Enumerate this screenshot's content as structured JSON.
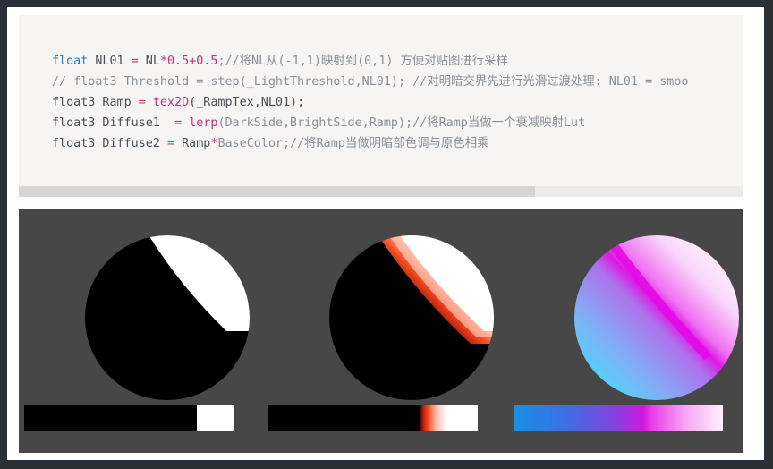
{
  "code": {
    "lines": [
      [
        {
          "t": "float",
          "c": "kw"
        },
        {
          "t": " NL01 ",
          "c": ""
        },
        {
          "t": "=",
          "c": "op"
        },
        {
          "t": " NL",
          "c": ""
        },
        {
          "t": "*",
          "c": "op"
        },
        {
          "t": "0.5",
          "c": "num"
        },
        {
          "t": "+",
          "c": "op"
        },
        {
          "t": "0.5",
          "c": "num"
        },
        {
          "t": ";//将NL从(-1,1)映射到(0,1) 方便对贴图进行采样",
          "c": "cm"
        }
      ],
      [
        {
          "t": "// float3 Threshold = step(_LightThreshold,NL01); //对明暗交界先进行光滑过渡处理: NL01 = smoo",
          "c": "cm"
        }
      ],
      [
        {
          "t": "float3 Ramp ",
          "c": ""
        },
        {
          "t": "=",
          "c": "op"
        },
        {
          "t": " ",
          "c": ""
        },
        {
          "t": "tex2D",
          "c": "fn"
        },
        {
          "t": "(_RampTex,NL01);",
          "c": ""
        }
      ],
      [
        {
          "t": "float3 Diffuse1  ",
          "c": ""
        },
        {
          "t": "=",
          "c": "op"
        },
        {
          "t": " ",
          "c": ""
        },
        {
          "t": "lerp",
          "c": "fn"
        },
        {
          "t": "(DarkSide,BrightSide,Ramp);//将Ramp当做一个衰减映射Lut",
          "c": "cm"
        }
      ],
      [
        {
          "t": "float3 Diffuse2 ",
          "c": ""
        },
        {
          "t": "=",
          "c": "op"
        },
        {
          "t": " Ramp",
          "c": ""
        },
        {
          "t": "*",
          "c": "op"
        },
        {
          "t": "BaseColor;//将Ramp当做明暗部色调与原色相乘",
          "c": "cm"
        }
      ]
    ]
  },
  "colors": {
    "keyword": "#2b7cb8",
    "number": "#c0317a",
    "comment": "#8a8f97",
    "preview_background": "#474747"
  },
  "preview": {
    "spheres": [
      {
        "name": "sphere-hard-step",
        "ramp": "black-to-white-step"
      },
      {
        "name": "sphere-red-edge",
        "ramp": "black-red-white"
      },
      {
        "name": "sphere-blue-magenta",
        "ramp": "blue-magenta-white"
      }
    ]
  },
  "scrollbar": {
    "position": 0.0,
    "visible_fraction": 0.71
  }
}
